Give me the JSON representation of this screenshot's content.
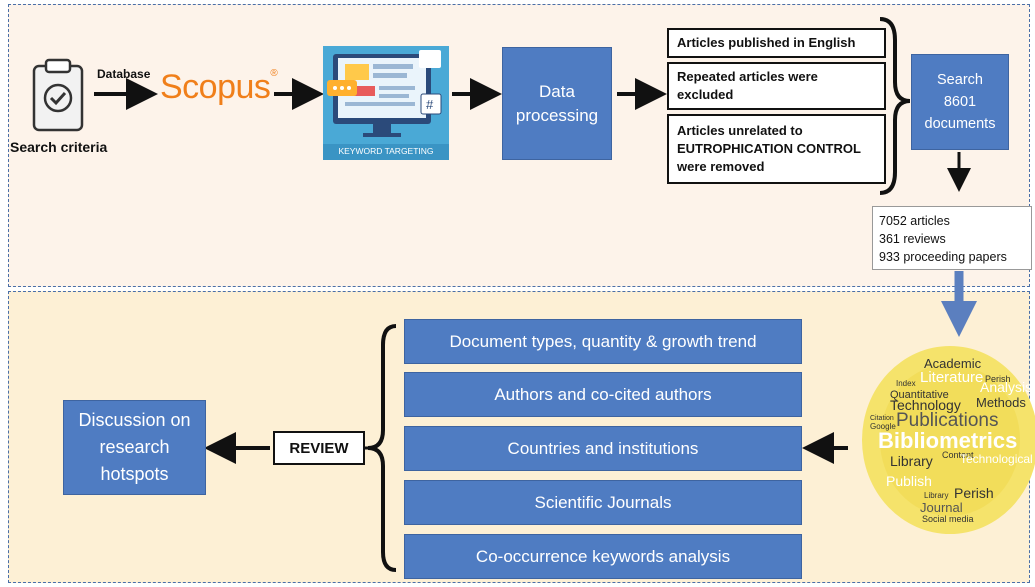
{
  "search_criteria_label": "Search criteria",
  "database_label": "Database",
  "scopus_logo": "Scopus",
  "keyword_image_caption": "KEYWORD TARGETING",
  "data_processing": "Data processing",
  "criteria": [
    "Articles published in English",
    "Repeated articles were excluded",
    "Articles unrelated to EUTROPHICATION CONTROL were removed"
  ],
  "search_box": {
    "line1": "Search",
    "line2": "8601",
    "line3": "documents"
  },
  "stats": [
    "7052 articles",
    "361 reviews",
    "933 proceeding papers"
  ],
  "categories": [
    "Document types, quantity & growth trend",
    "Authors and co-cited authors",
    "Countries and institutions",
    "Scientific Journals",
    "Co-occurrence keywords analysis"
  ],
  "review_label": "REVIEW",
  "discussion": "Discussion on research hotspots",
  "word_cloud": [
    "Academic",
    "Literature",
    "Perish",
    "Index",
    "Analysis",
    "Quantitative",
    "Technology",
    "Methods",
    "Publications",
    "Citation",
    "Google",
    "Bibliometrics",
    "Library",
    "Content",
    "Technological",
    "Publish",
    "Perish",
    "Journal",
    "Library",
    "Social media"
  ],
  "colors": {
    "blue_box": "#4f7cc2",
    "scopus_orange": "#f07f1a",
    "top_panel": "#fdf3ea",
    "bottom_panel": "#fdf0d5",
    "arrow_blue": "#5b7fbf"
  }
}
